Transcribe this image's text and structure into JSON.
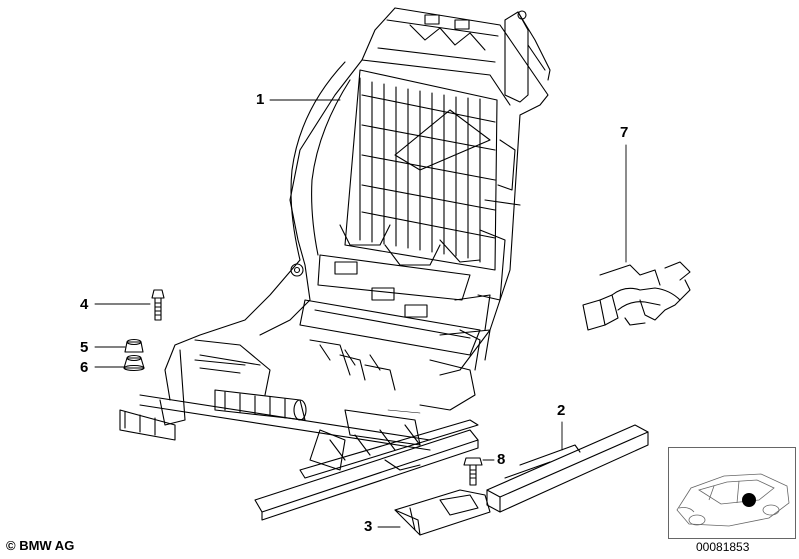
{
  "callouts": [
    {
      "number": "1"
    },
    {
      "number": "2"
    },
    {
      "number": "3"
    },
    {
      "number": "4"
    },
    {
      "number": "5"
    },
    {
      "number": "6"
    },
    {
      "number": "7"
    },
    {
      "number": "8"
    }
  ],
  "copyright": "© BMW AG",
  "diagram_id": "00081853",
  "colors": {
    "line": "#000000",
    "background": "#ffffff",
    "thumbnail_border": "#666666"
  }
}
